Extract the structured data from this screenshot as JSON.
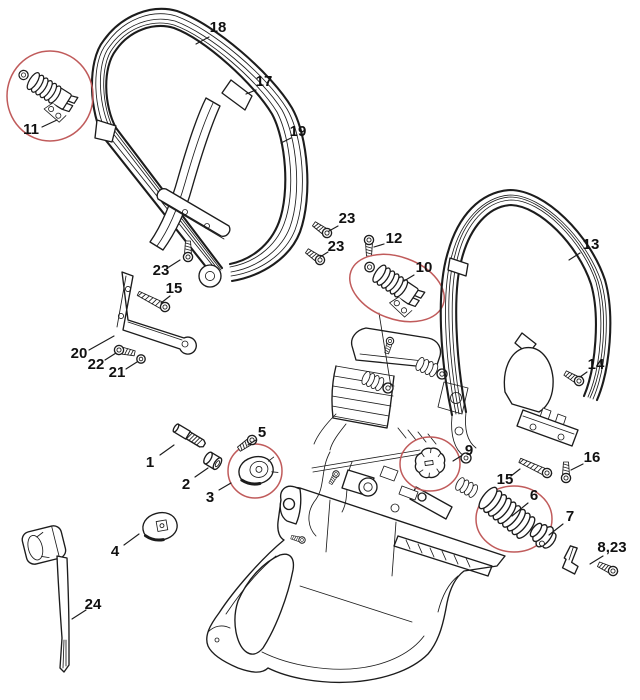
{
  "diagram": {
    "kind": "exploded-parts-diagram",
    "background_color": "#ffffff",
    "line_color": "#1c1c1c",
    "highlight_color": "#c05b5b",
    "highlighted_labels": [
      "11",
      "10",
      "3",
      "9",
      "6"
    ],
    "callouts": [
      {
        "label": "1"
      },
      {
        "label": "2"
      },
      {
        "label": "3"
      },
      {
        "label": "4"
      },
      {
        "label": "5"
      },
      {
        "label": "6"
      },
      {
        "label": "7"
      },
      {
        "label": "8,23"
      },
      {
        "label": "9"
      },
      {
        "label": "10"
      },
      {
        "label": "11"
      },
      {
        "label": "12"
      },
      {
        "label": "13"
      },
      {
        "label": "14"
      },
      {
        "label": "15"
      },
      {
        "label": "15"
      },
      {
        "label": "16"
      },
      {
        "label": "17"
      },
      {
        "label": "18"
      },
      {
        "label": "19"
      },
      {
        "label": "20"
      },
      {
        "label": "21"
      },
      {
        "label": "22"
      },
      {
        "label": "23"
      },
      {
        "label": "23"
      },
      {
        "label": "23"
      },
      {
        "label": "24"
      }
    ]
  }
}
